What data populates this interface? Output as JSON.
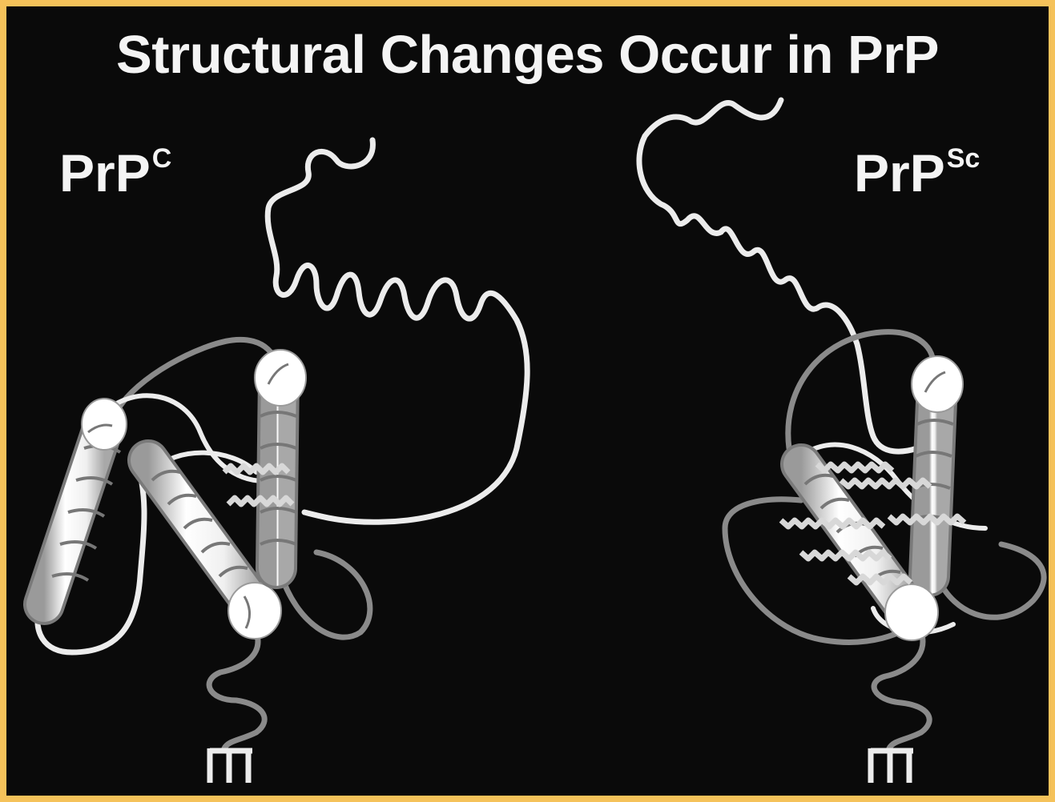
{
  "title": "Structural Changes Occur in PrP",
  "prpc": {
    "base": "PrP",
    "superscript": "C"
  },
  "prpsc": {
    "base": "PrP",
    "superscript": "Sc"
  },
  "colors": {
    "frame": "#f5c25a",
    "background": "#0a0a0a",
    "text": "#f4f4f4",
    "chain_light": "#ececec",
    "chain_dark": "#8a8a8a"
  }
}
